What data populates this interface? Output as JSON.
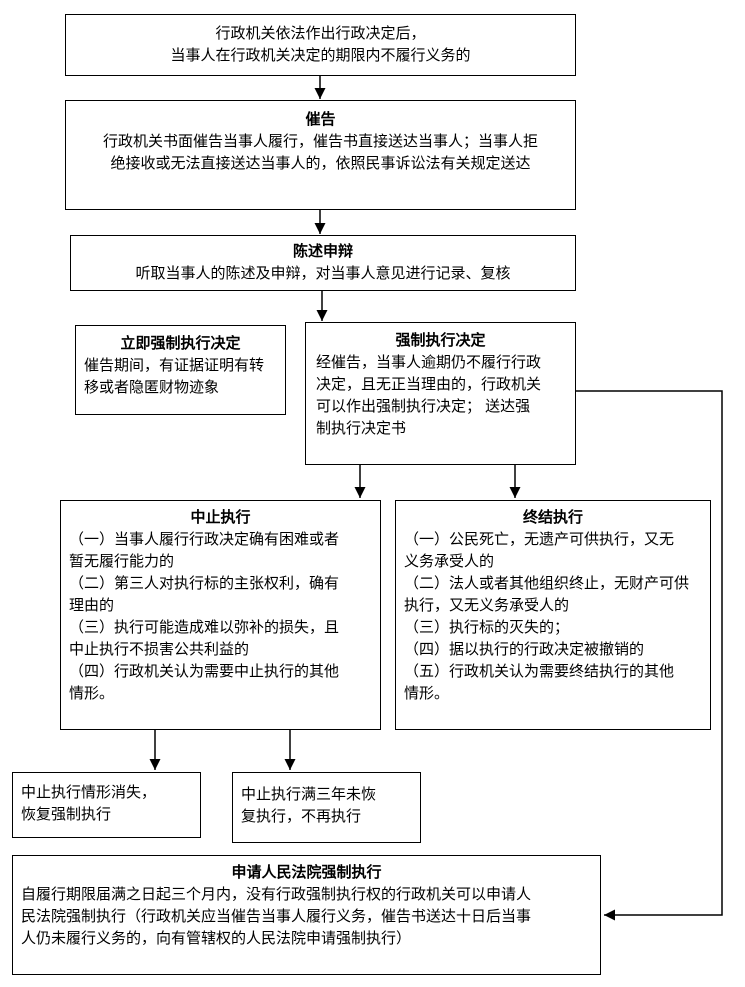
{
  "colors": {
    "border": "#000000",
    "background": "#ffffff",
    "text": "#000000"
  },
  "boxes": {
    "notice": {
      "lines": [
        "行政机关依法作出行政决定后，",
        "当事人在行政机关决定的期限内不履行义务的"
      ]
    },
    "demand": {
      "title": "催告",
      "lines": [
        "行政机关书面催告当事人履行，催告书直接送达当事人；当事人拒",
        "绝接收或无法直接送达当事人的，依照民事诉讼法有关规定送达"
      ]
    },
    "statement": {
      "title": "陈述申辩",
      "lines": [
        "听取当事人的陈述及申辩，对当事人意见进行记录、复核"
      ]
    },
    "immediate": {
      "title": "立即强制执行决定",
      "lines": [
        "催告期间，有证据证明有转",
        "移或者隐匿财物迹象"
      ]
    },
    "decision": {
      "title": "强制执行决定",
      "lines": [
        "经催告，当事人逾期仍不履行行政",
        "决定，且无正当理由的，行政机关",
        "可以作出强制执行决定； 送达强",
        "制执行决定书"
      ]
    },
    "suspend": {
      "title": "中止执行",
      "lines": [
        "（一）当事人履行行政决定确有困难或者",
        "暂无履行能力的",
        "（二）第三人对执行标的主张权利，确有",
        "理由的",
        "（三）执行可能造成难以弥补的损失，且",
        "中止执行不损害公共利益的",
        "（四）行政机关认为需要中止执行的其他",
        "情形。"
      ]
    },
    "terminate": {
      "title": "终结执行",
      "lines": [
        "（一）公民死亡，无遗产可供执行，又无",
        "义务承受人的",
        "（二）法人或者其他组织终止，无财产可供",
        "执行，又无义务承受人的",
        "（三）执行标的灭失的；",
        "（四）据以执行的行政决定被撤销的",
        "（五）行政机关认为需要终结执行的其他",
        "情形。"
      ]
    },
    "resume": {
      "lines": [
        "中止执行情形消失，",
        "恢复强制执行"
      ]
    },
    "expire": {
      "lines": [
        "中止执行满三年未恢",
        "复执行，不再执行"
      ]
    },
    "court": {
      "title": "申请人民法院强制执行",
      "lines": [
        "自履行期限届满之日起三个月内，没有行政强制执行权的行政机关可以申请人",
        "民法院强制执行（行政机关应当催告当事人履行义务，催告书送达十日后当事",
        "人仍未履行义务的，向有管辖权的人民法院申请强制执行）"
      ]
    }
  }
}
